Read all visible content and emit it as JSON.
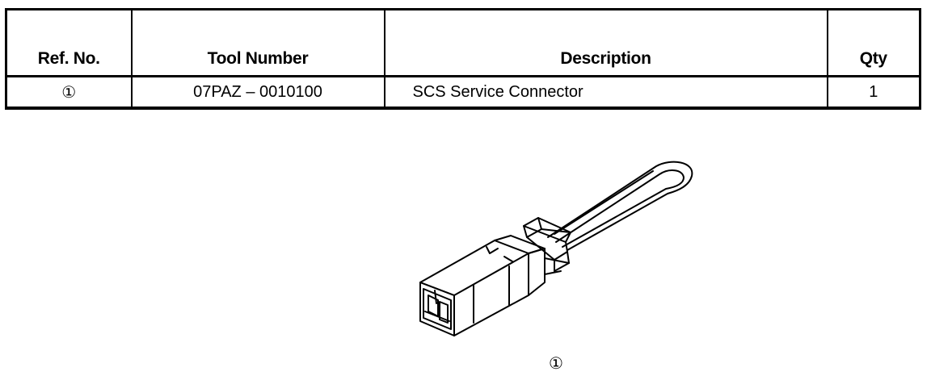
{
  "table": {
    "headers": {
      "ref": "Ref. No.",
      "tool": "Tool Number",
      "description": "Description",
      "qty": "Qty"
    },
    "rows": [
      {
        "ref": "①",
        "tool": "07PAZ – 0010100",
        "description": "SCS Service Connector",
        "qty": "1"
      }
    ]
  },
  "figure": {
    "callout": "①",
    "icon": "scs-service-connector-illustration"
  }
}
